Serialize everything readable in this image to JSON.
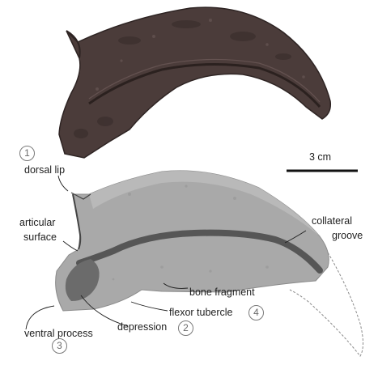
{
  "scale_bar": {
    "label": "3 cm"
  },
  "labels": {
    "dorsal_lip": "dorsal lip",
    "articular_surface": [
      "articular",
      "surface"
    ],
    "collateral_groove": [
      "collateral",
      "groove"
    ],
    "bone_fragment": "bone fragment",
    "flexor_tubercle": "flexor tubercle",
    "depression": "depression",
    "ventral_process": "ventral process"
  },
  "numbers": {
    "n1": "1",
    "n2": "2",
    "n3": "3",
    "n4": "4"
  },
  "colors": {
    "top_specimen": "#4b3c3a",
    "top_specimen_dark": "#2e2423",
    "bottom_specimen": "#a9a9a9",
    "bottom_specimen_light": "#bdbdbd",
    "groove": "#565656",
    "depression": "#6b6b6b"
  }
}
